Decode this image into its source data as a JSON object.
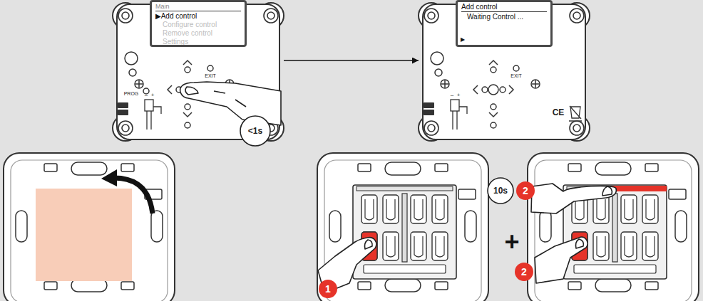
{
  "diagram": {
    "nodes": [
      {
        "text": [
          "PROG",
          "EXIT"
        ]
      },
      {
        "text": [
          "Main",
          "▶Add control",
          "Configure control",
          "Remove control",
          "Settings"
        ],
        "in": 0
      },
      {
        "text": [
          "EXIT"
        ]
      },
      {
        "text": [
          "Add control",
          "Waiting Control ...",
          "▶"
        ],
        "in": 2
      }
    ],
    "edges": [
      {
        "from": 0,
        "to": 2,
        "arrow": "to"
      }
    ],
    "labels": [
      "<1s",
      "–",
      "+",
      "–",
      "+",
      "CE",
      "1",
      "10s",
      "2",
      "+",
      "2"
    ]
  }
}
